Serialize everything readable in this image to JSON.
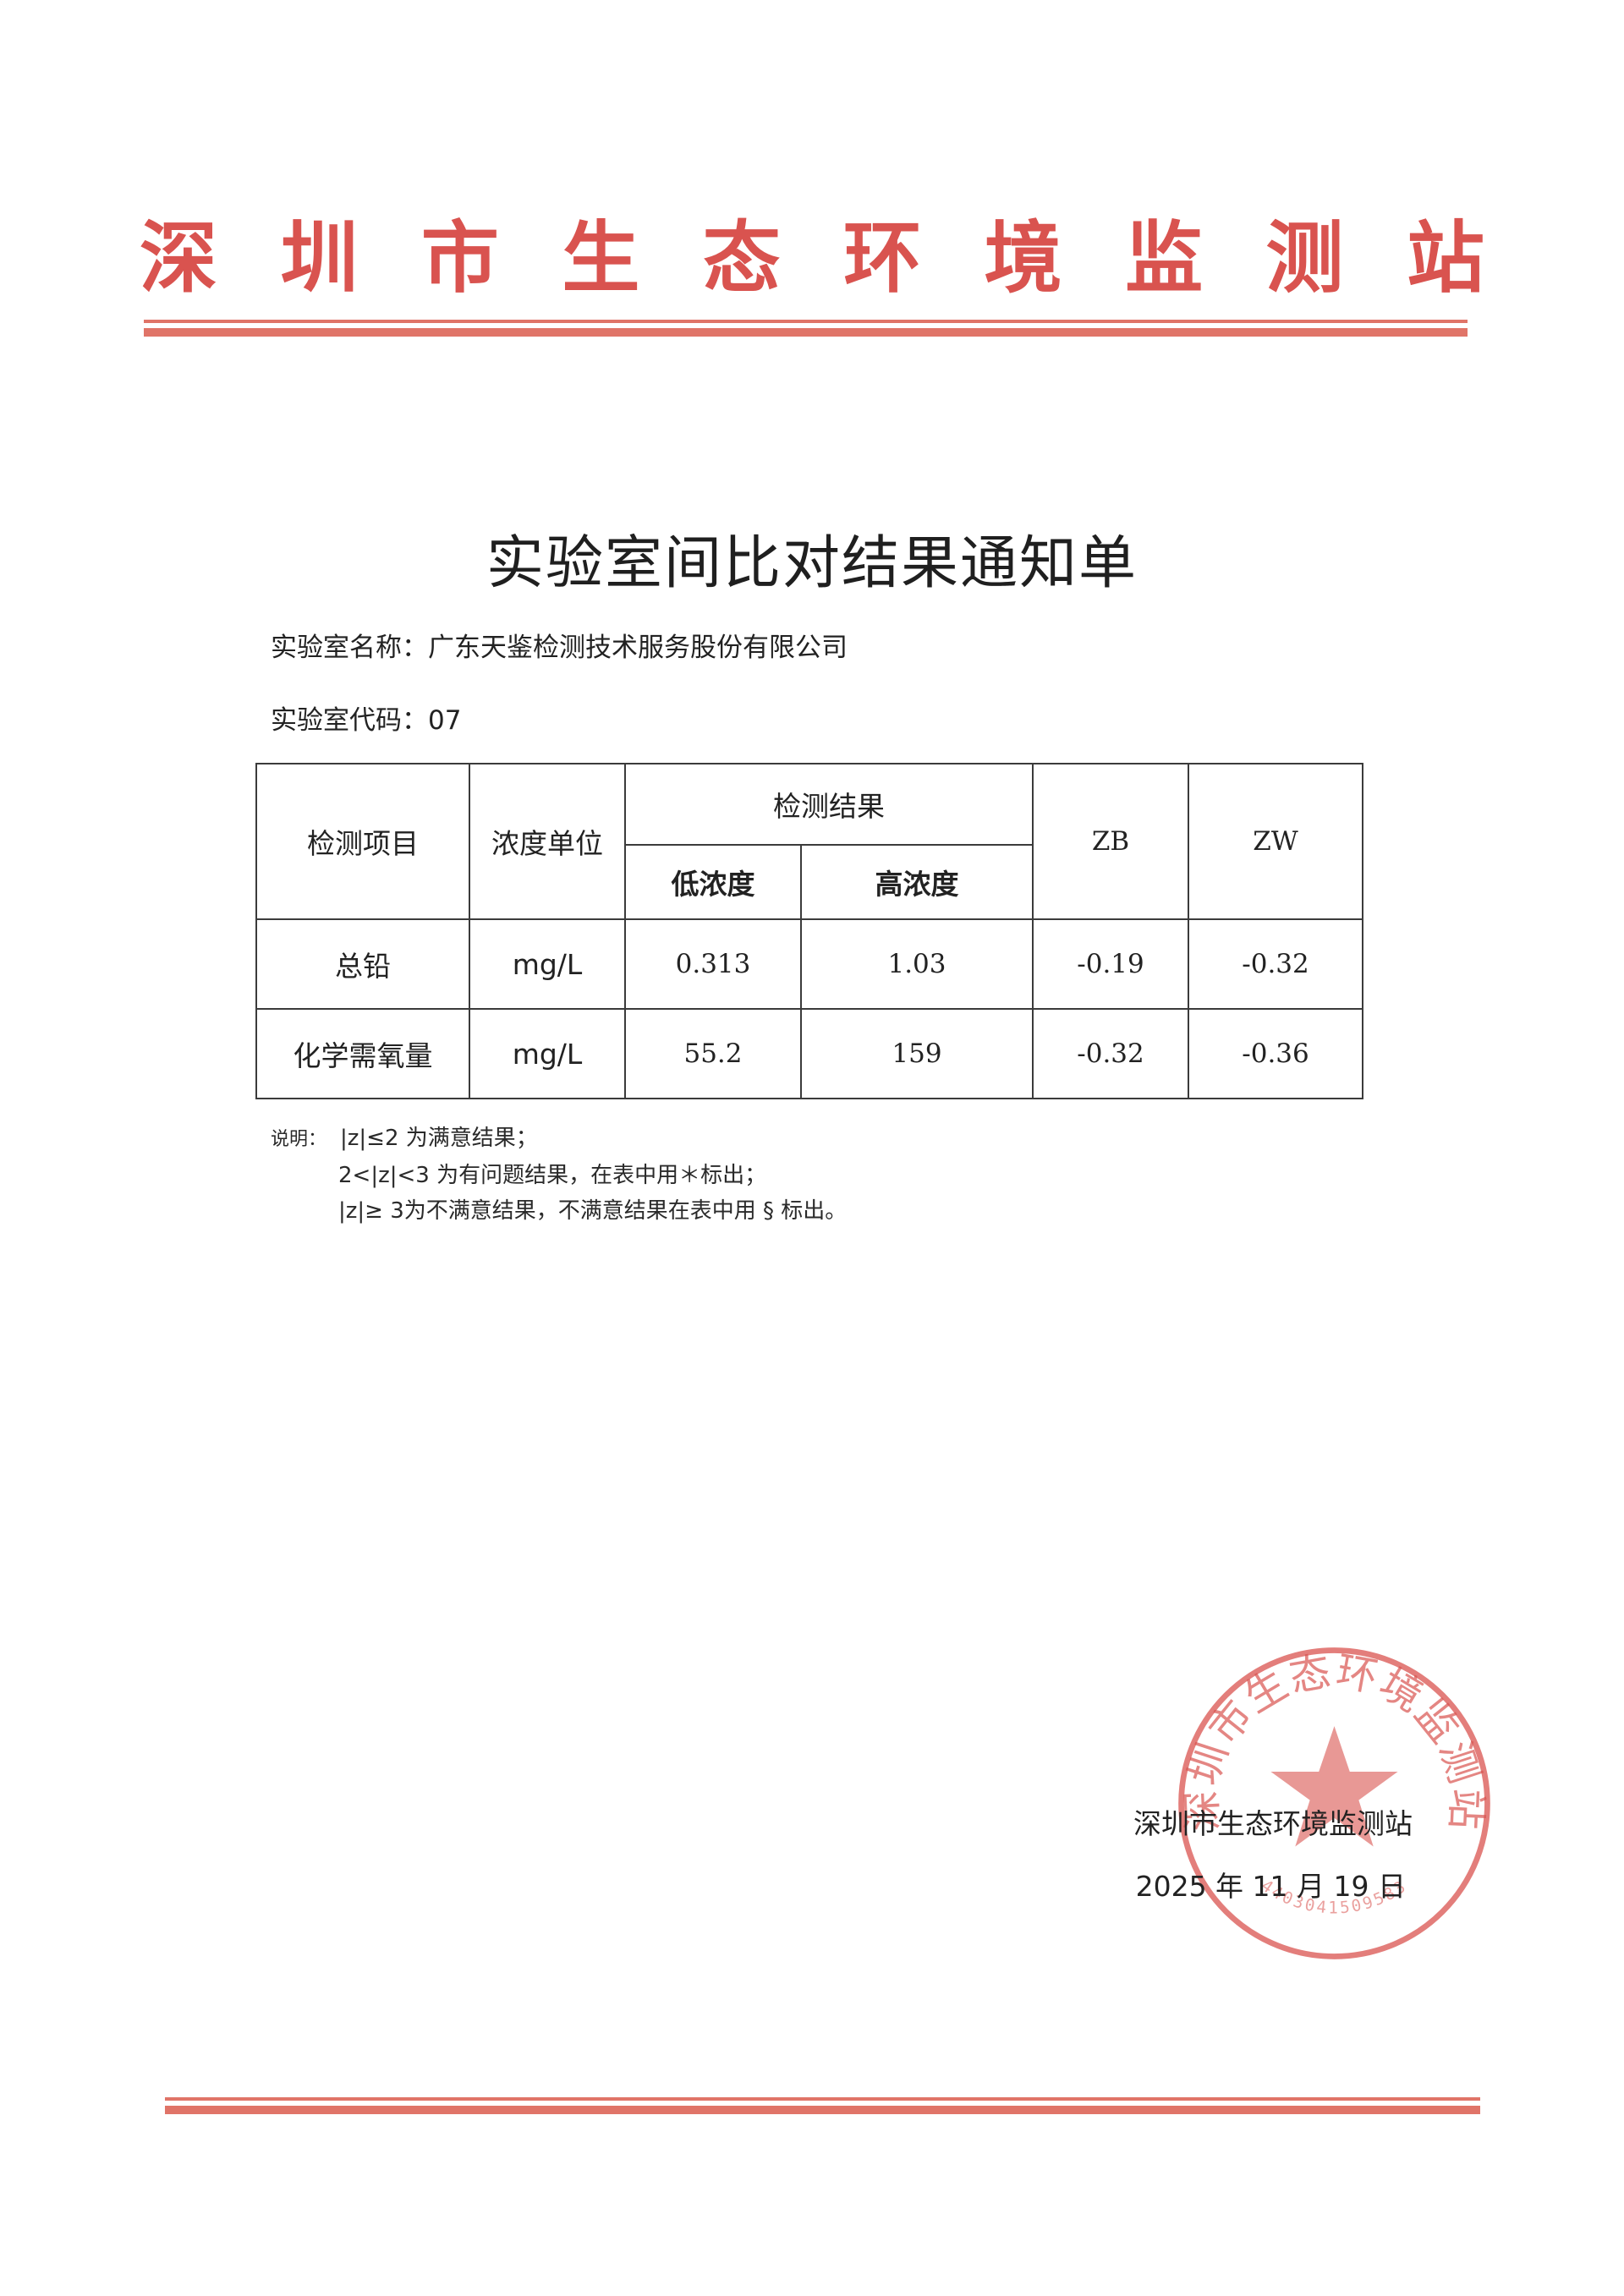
{
  "letterhead": {
    "chars": [
      "深",
      "圳",
      "市",
      "生",
      "态",
      "环",
      "境",
      "监",
      "测",
      "站"
    ]
  },
  "title": "实验室间比对结果通知单",
  "lab": {
    "name_label": "实验室名称：",
    "name": "广东天鉴检测技术服务股份有限公司",
    "code_label": "实验室代码：",
    "code": "07"
  },
  "table": {
    "headers": {
      "item": "检测项目",
      "unit": "浓度单位",
      "results": "检测结果",
      "low": "低浓度",
      "high": "高浓度",
      "zb": "ZB",
      "zw": "ZW"
    },
    "rows": [
      {
        "item": "总铅",
        "unit": "mg/L",
        "low": "0.313",
        "high": "1.03",
        "zb": "-0.19",
        "zw": "-0.32"
      },
      {
        "item": "化学需氧量",
        "unit": "mg/L",
        "low": "55.2",
        "high": "159",
        "zb": "-0.32",
        "zw": "-0.36"
      }
    ]
  },
  "notes": {
    "label": "说明：",
    "line1": "|z|≤2 为满意结果；",
    "line2": "2<|z|<3 为有问题结果，在表中用＊标出；",
    "line3": "|z|≥ 3为不满意结果，不满意结果在表中用 § 标出。"
  },
  "signature": {
    "org": "深圳市生态环境监测站",
    "date": "2025 年 11 月 19 日"
  },
  "seal": {
    "text": "深圳市生态环境监测站",
    "code": "4403041509583",
    "color": "#d9534f"
  },
  "colors": {
    "accent": "#d9534f",
    "rule": "#e07468"
  }
}
